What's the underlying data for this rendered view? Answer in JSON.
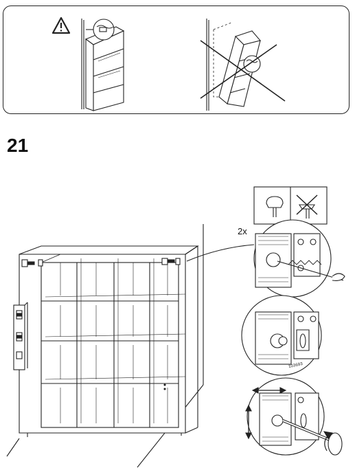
{
  "step": {
    "number": "21"
  },
  "callouts": {
    "screw_count": "2x",
    "part_number": "103693"
  },
  "icons": {
    "warning": "warning-triangle-icon",
    "ok_screw": "rounded-screw-head-icon",
    "wrong_screw": "crossed-flat-screw-icon"
  },
  "colors": {
    "line": "#222222",
    "paper": "#ffffff"
  }
}
